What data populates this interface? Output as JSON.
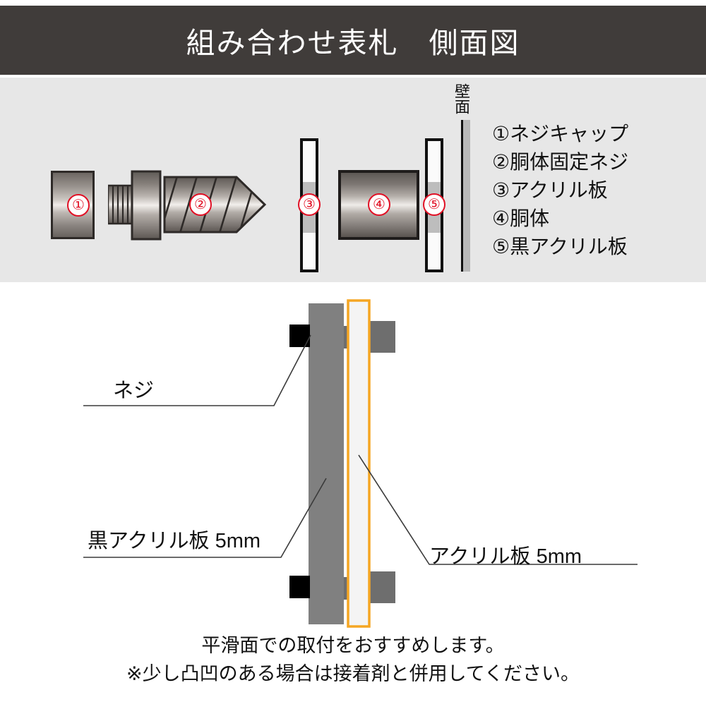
{
  "header": {
    "title": "組み合わせ表札　側面図",
    "bg_color": "#403c3a",
    "text_color": "#ffffff"
  },
  "upper_panel": {
    "bg_color": "#e7e7e7",
    "wall_label": "壁面",
    "parts": [
      {
        "num": "①",
        "name": "screw-cap"
      },
      {
        "num": "②",
        "name": "body-fixing-screw"
      },
      {
        "num": "③",
        "name": "acrylic-plate"
      },
      {
        "num": "④",
        "name": "body"
      },
      {
        "num": "⑤",
        "name": "black-acrylic-plate"
      }
    ],
    "legend": [
      "①ネジキャップ",
      "②胴体固定ネジ",
      "③アクリル板",
      "④胴体",
      "⑤黒アクリル板"
    ]
  },
  "lower_panel": {
    "callouts": [
      {
        "label": "ネジ",
        "name": "screw"
      },
      {
        "label": "黒アクリル板 5mm",
        "name": "black-acrylic-plate-5mm"
      },
      {
        "label": "アクリル板 5mm",
        "name": "acrylic-plate-5mm"
      }
    ],
    "colors": {
      "black_acrylic": "#808080",
      "clear_acrylic_fill": "#f4f4f4",
      "clear_acrylic_outline": "#f5a623",
      "screw_shaft": "#6e6e6e",
      "cap_dark": "#000000",
      "cap_gray": "#6e6e6e"
    }
  },
  "footer": {
    "lines": [
      "平滑面での取付をおすすめします。",
      "※少し凸凹のある場合は接着剤と併用してください。"
    ]
  },
  "accent": {
    "number_red": "#e11025",
    "orange": "#f5a623"
  }
}
